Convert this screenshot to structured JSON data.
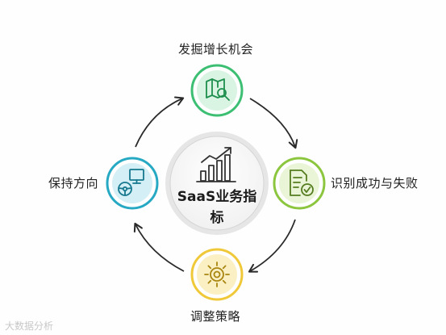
{
  "diagram": {
    "center_title": "SaaS业务指标",
    "nodes": [
      {
        "id": "top",
        "label": "发掘增长机会",
        "icon": "map-search-icon",
        "color": "#3dbf73"
      },
      {
        "id": "right",
        "label": "识别成功与失败",
        "icon": "document-check-icon",
        "color": "#8cc63f"
      },
      {
        "id": "bottom",
        "label": "调整策略",
        "icon": "sun-gear-icon",
        "color": "#f0c93a"
      },
      {
        "id": "left",
        "label": "保持方向",
        "icon": "steering-monitor-icon",
        "color": "#27a9c4"
      }
    ],
    "center_icon": "bar-chart-trend-icon",
    "cycle_direction": "clockwise"
  },
  "watermark": "大数据分析"
}
